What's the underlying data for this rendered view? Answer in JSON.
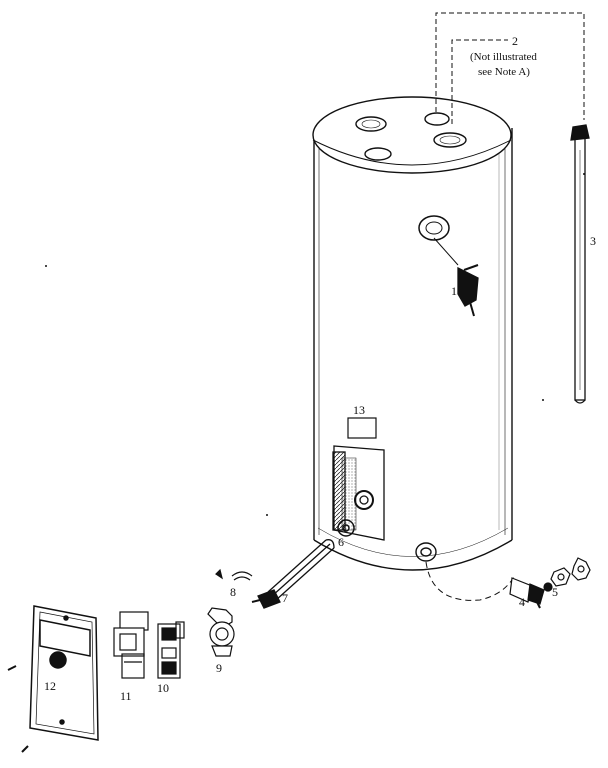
{
  "labels": {
    "p1": "1",
    "p2": "2",
    "p2_note_line1": "(Not illustrated",
    "p2_note_line2": "see Note A)",
    "p3": "3",
    "p4": "4",
    "p5": "5",
    "p6": "6",
    "p7": "7",
    "p8": "8",
    "p9": "9",
    "p10": "10",
    "p11": "11",
    "p12": "12",
    "p13": "13"
  },
  "colors": {
    "line": "#111111",
    "background": "#ffffff"
  }
}
